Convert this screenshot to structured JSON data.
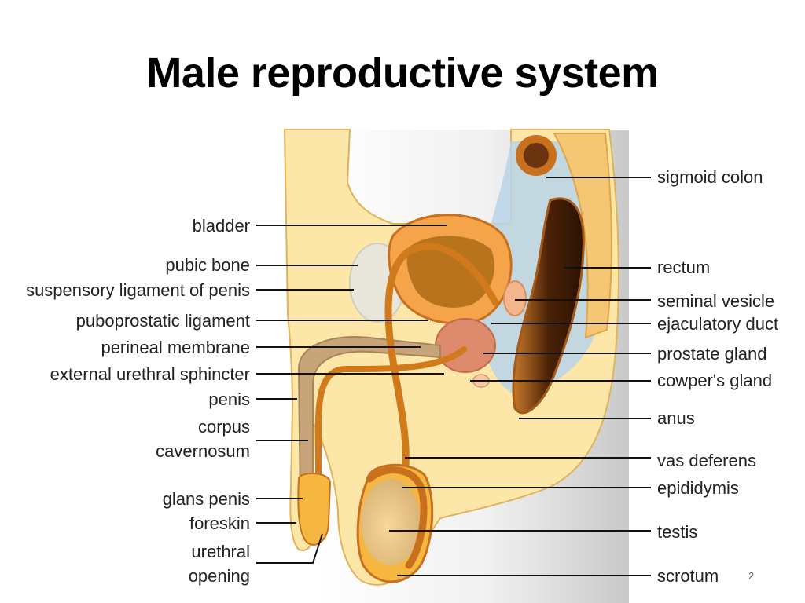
{
  "title": "Male reproductive system",
  "page_number": "2",
  "colors": {
    "skin": "#fde7a8",
    "tissue": "#f5b740",
    "organ_dark": "#c9701e",
    "bladder_inner": "#b8741c",
    "prostate": "#de8a6c",
    "rectum": "#5a2a08",
    "cavity": "#b9d4ea",
    "bone": "#e9e7dc",
    "line": "#111111"
  },
  "labels": {
    "left": [
      {
        "id": "bladder",
        "lines": [
          "bladder"
        ]
      },
      {
        "id": "pubic-bone",
        "lines": [
          "pubic bone"
        ]
      },
      {
        "id": "suspensory-ligament",
        "lines": [
          "suspensory ligament of penis"
        ]
      },
      {
        "id": "puboprostatic-ligament",
        "lines": [
          "puboprostatic ligament"
        ]
      },
      {
        "id": "perineal-membrane",
        "lines": [
          "perineal membrane"
        ]
      },
      {
        "id": "external-urethral-sphincter",
        "lines": [
          "external urethral sphincter"
        ]
      },
      {
        "id": "penis",
        "lines": [
          "penis"
        ]
      },
      {
        "id": "corpus-cavernosum",
        "lines": [
          "corpus",
          "cavernosum"
        ]
      },
      {
        "id": "glans-penis",
        "lines": [
          "glans penis"
        ]
      },
      {
        "id": "foreskin",
        "lines": [
          "foreskin"
        ]
      },
      {
        "id": "urethral-opening",
        "lines": [
          "urethral",
          "opening"
        ]
      }
    ],
    "right": [
      {
        "id": "sigmoid-colon",
        "lines": [
          "sigmoid colon"
        ]
      },
      {
        "id": "rectum",
        "lines": [
          "rectum"
        ]
      },
      {
        "id": "seminal-vesicle",
        "lines": [
          "seminal vesicle"
        ]
      },
      {
        "id": "ejaculatory-duct",
        "lines": [
          "ejaculatory duct"
        ]
      },
      {
        "id": "prostate-gland",
        "lines": [
          "prostate gland"
        ]
      },
      {
        "id": "cowpers-gland",
        "lines": [
          "cowper's gland"
        ]
      },
      {
        "id": "anus",
        "lines": [
          "anus"
        ]
      },
      {
        "id": "vas-deferens",
        "lines": [
          "vas deferens"
        ]
      },
      {
        "id": "epididymis",
        "lines": [
          "epididymis"
        ]
      },
      {
        "id": "testis",
        "lines": [
          "testis"
        ]
      },
      {
        "id": "scrotum",
        "lines": [
          "scrotum"
        ]
      }
    ]
  }
}
